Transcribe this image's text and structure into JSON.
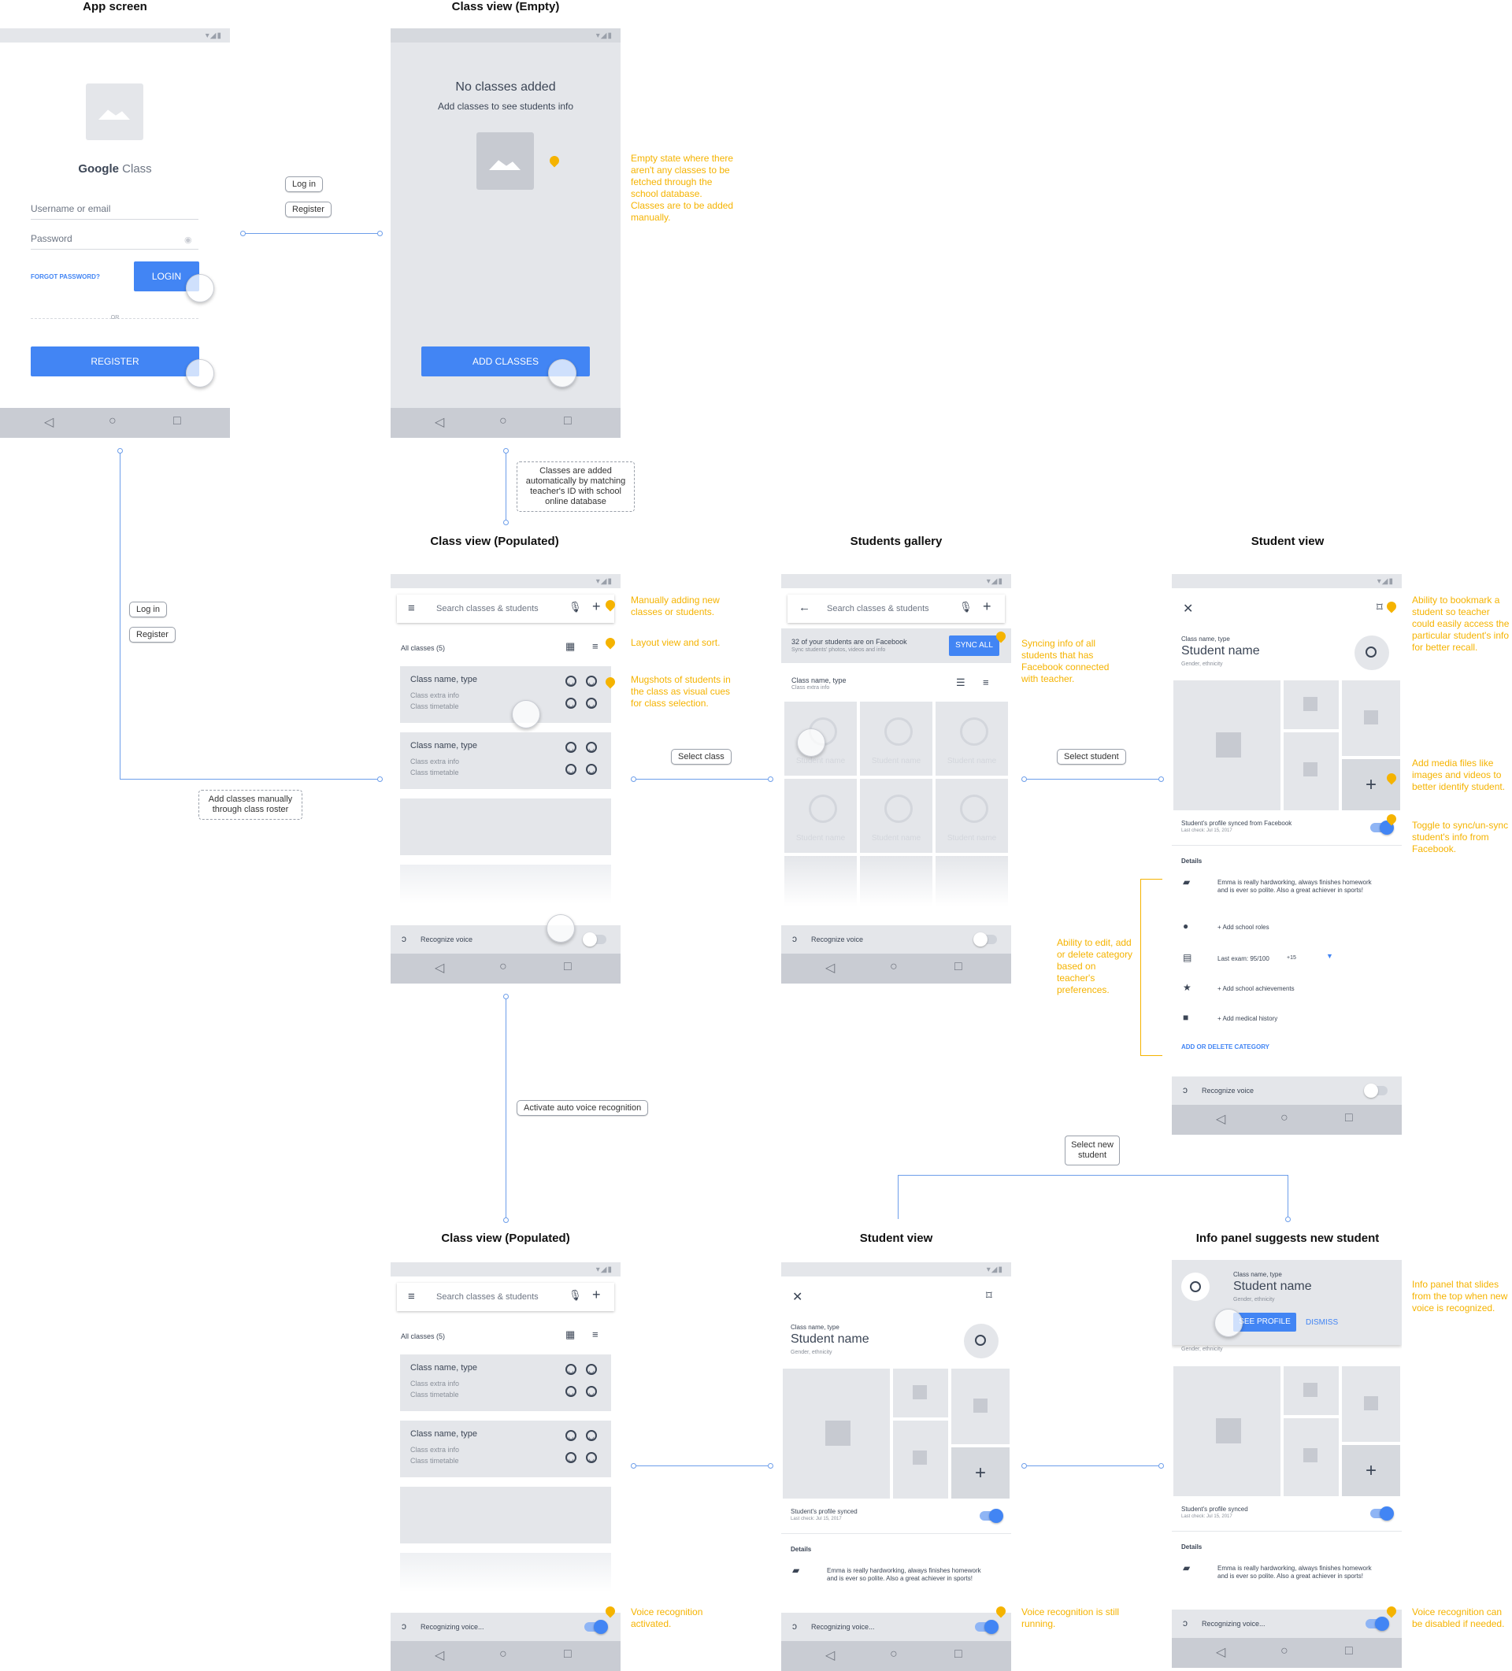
{
  "screens": {
    "app": {
      "title": "App screen",
      "brand_a": "Google",
      "brand_b": " Class",
      "username_placeholder": "Username or email",
      "password_placeholder": "Password",
      "forgot": "FORGOT PASSWORD?",
      "login": "LOGIN",
      "or": "OR",
      "register": "REGISTER"
    },
    "empty": {
      "title": "Class view (Empty)",
      "heading": "No classes added",
      "sub": "Add classes to see students info",
      "button": "ADD CLASSES"
    },
    "populated": {
      "title": "Class view (Populated)",
      "search": "Search classes & students",
      "all_classes": "All classes (5)",
      "card_title": "Class name, type",
      "card_extra": "Class extra info",
      "card_timetable": "Class timetable",
      "voice": "Recognize voice"
    },
    "gallery": {
      "title": "Students gallery",
      "search": "Search classes & students",
      "sync_title": "32 of your students are on Facebook",
      "sync_sub": "Sync students' photos, videos and info",
      "sync_button": "SYNC ALL",
      "class_title": "Class name, type",
      "class_extra": "Class extra info",
      "student_name": "Student name",
      "voice": "Recognize voice"
    },
    "student": {
      "title": "Student view",
      "class_type": "Class name, type",
      "name": "Student name",
      "meta": "Gender, ethnicity",
      "synced_fb": "Student's profile synced from Facebook",
      "synced": "Student's profile synced",
      "last_check": "Last check: Jul 15, 2017",
      "details": "Details",
      "note": "Emma is really hardworking, always finishes homework and is ever so polite. Also a great achiever in sports!",
      "roles": "+  Add school roles",
      "exam": "Last exam: 95/100",
      "exam_delta": "+15",
      "achievements": "+  Add school achievements",
      "medical": "+  Add medical history",
      "add_delete": "ADD OR DELETE CATEGORY",
      "voice": "Recognize voice"
    },
    "row3": {
      "populated_title": "Class view (Populated)",
      "student_title": "Student view",
      "info_title": "Info panel suggests new student",
      "recognizing": "Recognizing voice...",
      "see_profile": "SEE PROFILE",
      "dismiss": "DISMISS"
    }
  },
  "connectors": {
    "login": "Log in",
    "register": "Register",
    "auto_added": "Classes are added automatically by matching teacher's ID with school online database",
    "manual_roster": "Add classes manually through class roster",
    "select_class": "Select class",
    "select_student": "Select student",
    "activate_voice": "Activate auto voice recognition",
    "select_new_student": "Select new student"
  },
  "notes": {
    "empty_state": "Empty state where there aren't any classes to be fetched through the school database. Classes are to be added manually.",
    "manual_add": "Manually adding new classes or students.",
    "layout_sort": "Layout view and sort.",
    "mugshots": "Mugshots of students in the class as visual cues for class selection.",
    "syncing": "Syncing info of all students that has Facebook connected with teacher.",
    "bookmark": "Ability to bookmark a student so teacher could easily access the particular student's info for better recall.",
    "media": "Add media files like images and videos to better identify student.",
    "toggle_sync": "Toggle to sync/un-sync student's info from Facebook.",
    "edit_category": "Ability to edit, add or delete category based on teacher's preferences.",
    "voice_activated": "Voice recognition activated.",
    "voice_running": "Voice recognition is still running.",
    "info_panel": "Info panel that slides from the top when new voice is recognized.",
    "voice_disable": "Voice recognition can be disabled if needed."
  },
  "colors": {
    "accent_blue": "#4285f4",
    "note_yellow": "#f5b300",
    "connector": "#6d9eea",
    "placeholder": "#e4e6ea"
  }
}
